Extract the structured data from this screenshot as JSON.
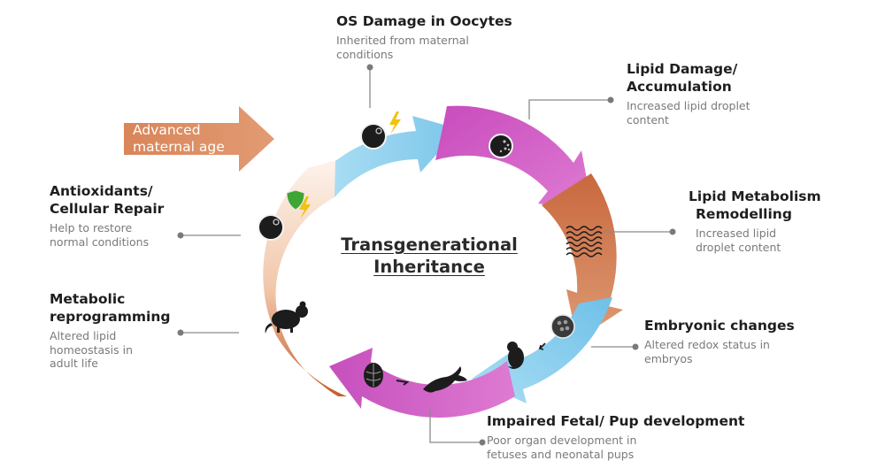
{
  "center": {
    "line1": "Transgenerational",
    "line2": "Inheritance"
  },
  "input_arrow": {
    "line1": "Advanced",
    "line2": "maternal age"
  },
  "stages": {
    "os_damage": {
      "title": "OS Damage in Oocytes",
      "desc1": "Inherited from maternal",
      "desc2": "conditions"
    },
    "lipid_damage": {
      "title1": "Lipid Damage/",
      "title2": "Accumulation",
      "desc1": "Increased lipid droplet",
      "desc2": "content"
    },
    "lipid_metabolism": {
      "title1": "Lipid Metabolism",
      "title2": "Remodelling",
      "desc1": "Increased lipid",
      "desc2": "droplet content"
    },
    "embryonic": {
      "title": "Embryonic changes",
      "desc1": "Altered redox status in",
      "desc2": "embryos"
    },
    "fetal": {
      "title": "Impaired Fetal/ Pup development",
      "desc1": "Poor organ development in",
      "desc2": "fetuses and neonatal pups"
    },
    "metabolic": {
      "title1": "Metabolic",
      "title2": "reprogramming",
      "desc1": "Altered lipid",
      "desc2": "homeostasis in",
      "desc3": "adult life"
    },
    "antioxidants": {
      "title1": "Antioxidants/",
      "title2": "Cellular Repair",
      "desc1": "Help to restore",
      "desc2": "normal conditions"
    }
  },
  "colors": {
    "blue": "#8fd0ee",
    "magenta": "#d565c9",
    "orange": "#d37f56",
    "pale_peach": "#f7e2d4",
    "connector": "#8a8a8a",
    "icon_dark": "#1c1c1c"
  },
  "icons": [
    "oocyte-icon",
    "lightning-icon",
    "lipid-droplet-cell-icon",
    "lipid-bilayer-icon",
    "embryo-icon",
    "fetus-icon",
    "brain-icon",
    "pup-icon",
    "shield-icon",
    "mouse-icon"
  ]
}
